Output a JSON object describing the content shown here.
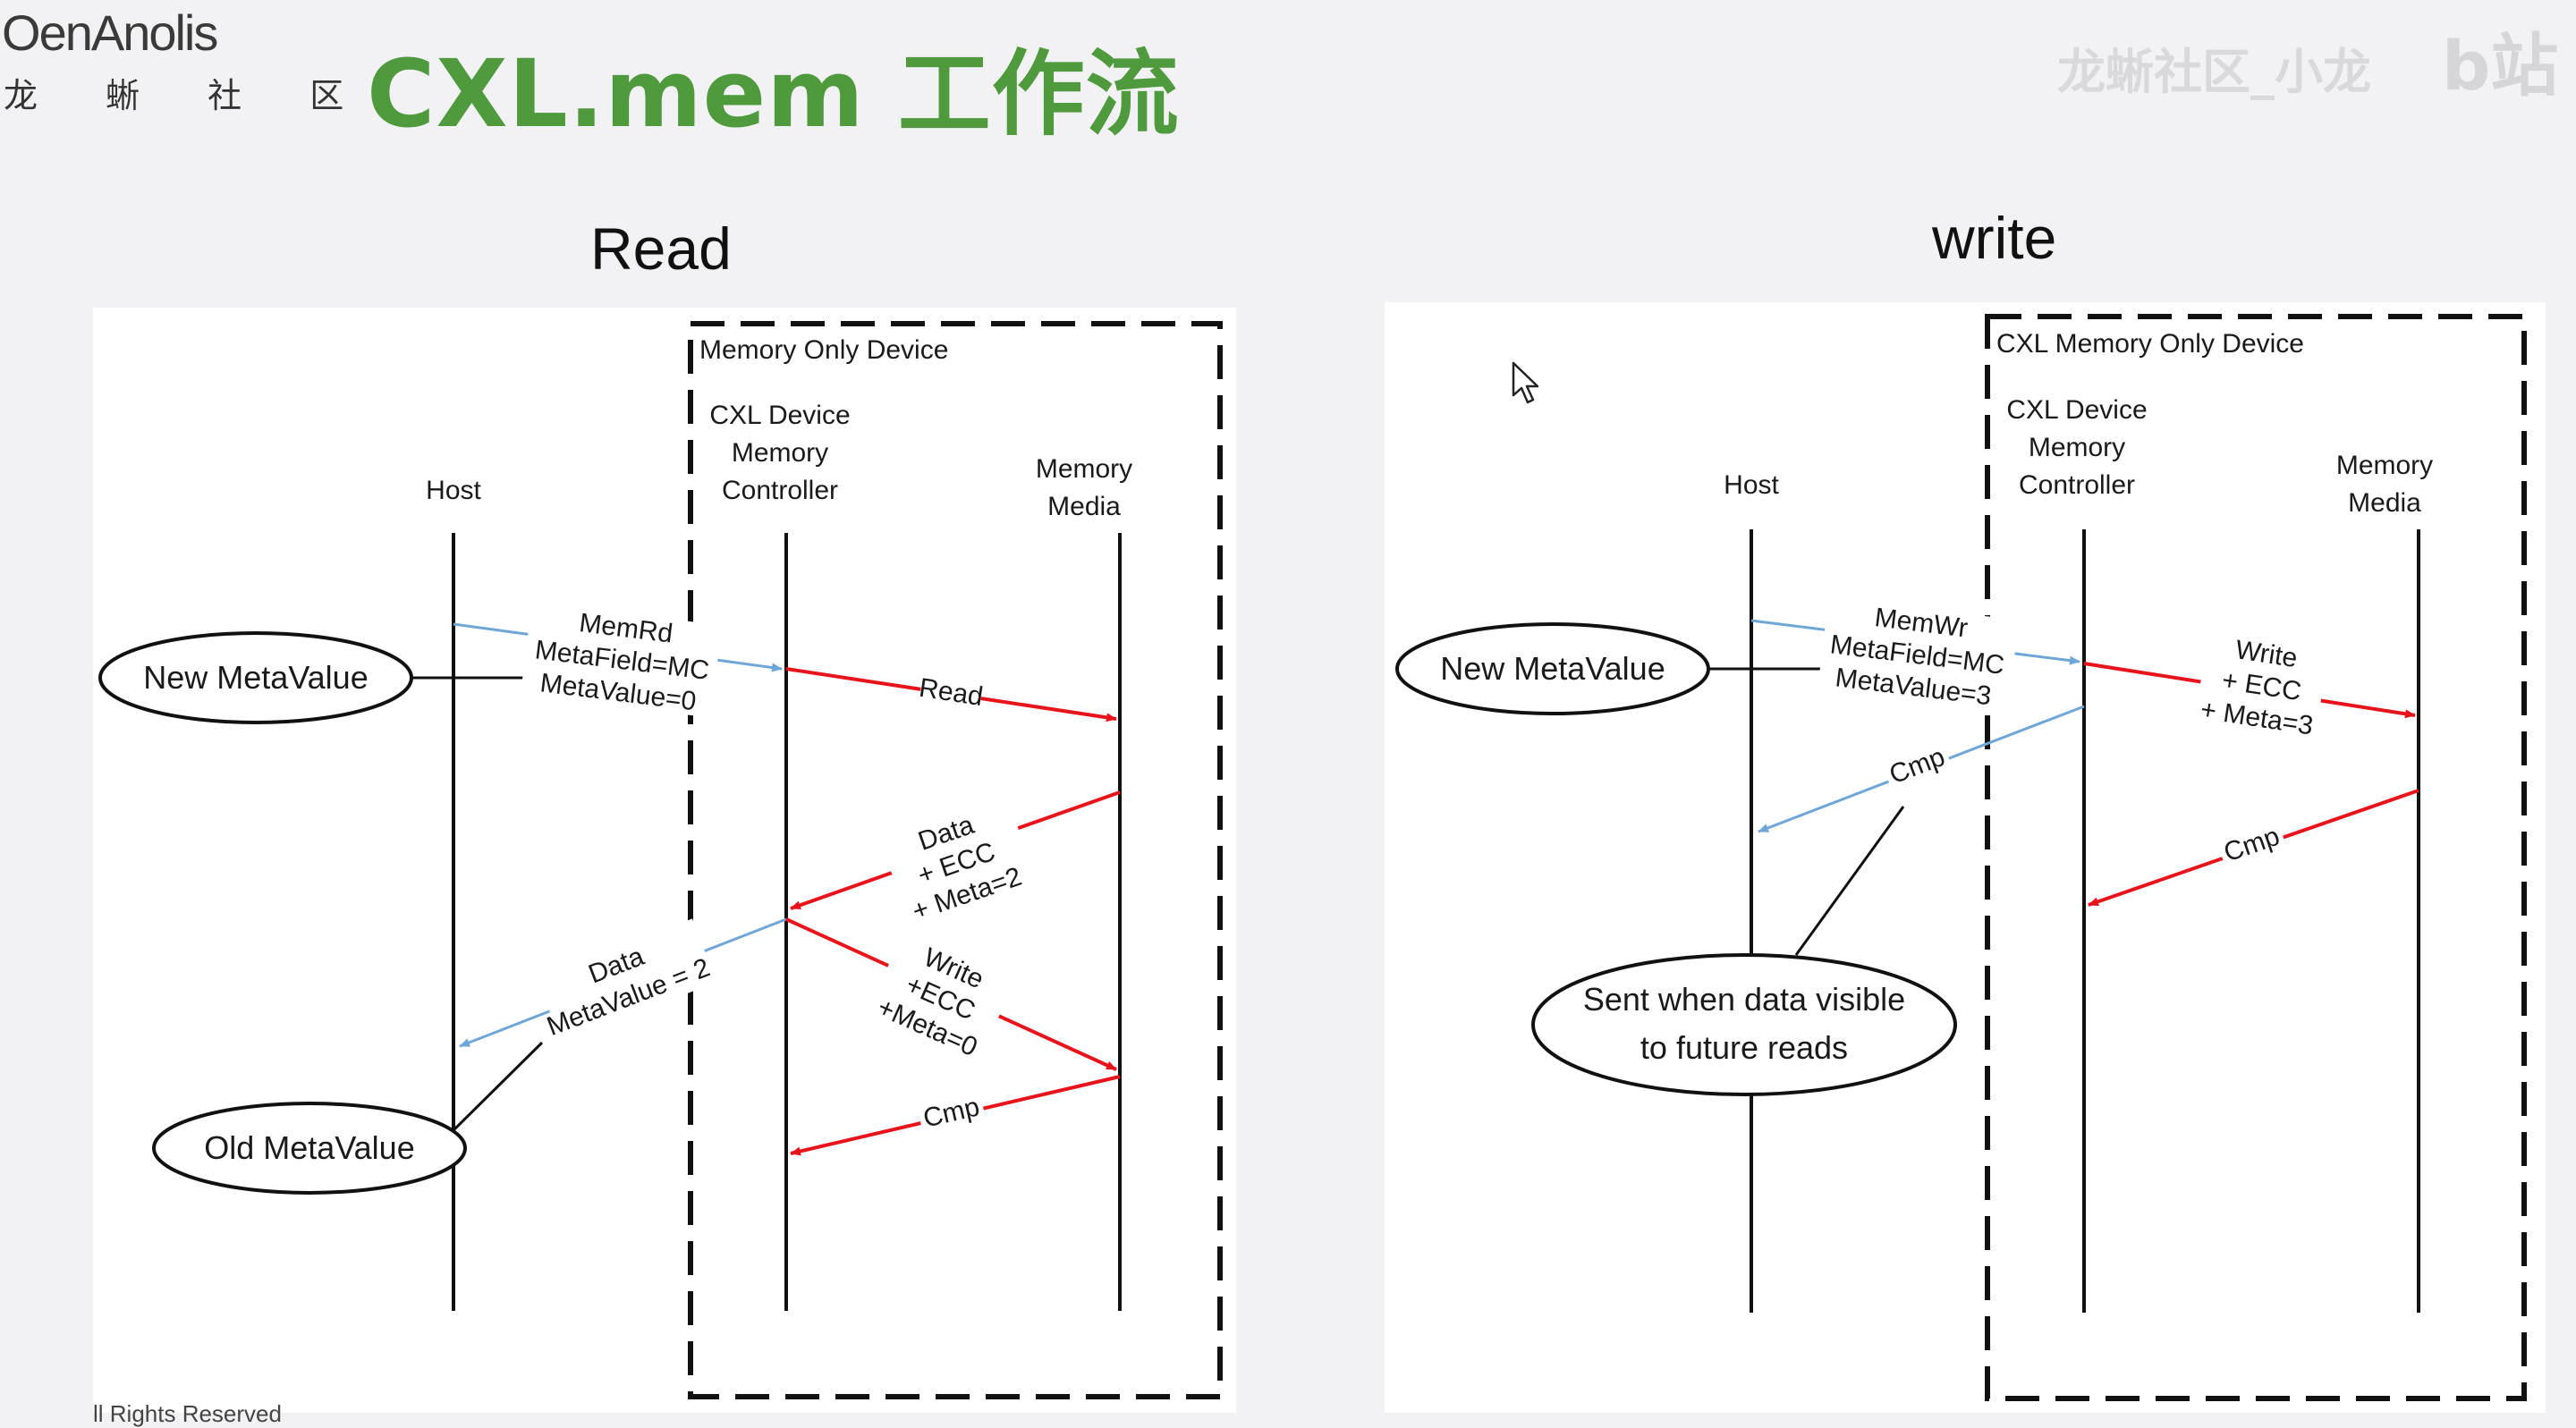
{
  "header": {
    "logo_text_prefix": "O",
    "logo_text_rest": "enAnolis",
    "logo_subtitle": "龙 蜥 社 区",
    "slide_title": "CXL.mem 工作流",
    "watermark": "龙蜥社区_小龙",
    "watermark_glyph": "b站"
  },
  "read": {
    "title": "Read",
    "device_box_label": "Memory Only Device",
    "lane_host": "Host",
    "lane_controller": [
      "CXL Device",
      "Memory",
      "Controller"
    ],
    "lane_media": [
      "Memory",
      "Media"
    ],
    "ellipse_new": "New MetaValue",
    "ellipse_old": "Old MetaValue",
    "msg_req": [
      "MemRd",
      "MetaField=MC",
      "MetaValue=0"
    ],
    "msg_read": "Read",
    "msg_data_ecc": [
      "Data",
      "+ ECC",
      "+ Meta=2"
    ],
    "msg_data_host": [
      "Data",
      "MetaValue = 2"
    ],
    "msg_write": [
      "Write",
      "+ECC",
      "+Meta=0"
    ],
    "msg_cmp": "Cmp"
  },
  "write": {
    "title": "write",
    "device_box_label": "CXL Memory Only Device",
    "lane_host": "Host",
    "lane_controller": [
      "CXL Device",
      "Memory",
      "Controller"
    ],
    "lane_media": [
      "Memory",
      "Media"
    ],
    "ellipse_new": "New MetaValue",
    "ellipse_visible": [
      "Sent when data  visible",
      "to future reads"
    ],
    "msg_req": [
      "MemWr",
      "MetaField=MC",
      "MetaValue=3"
    ],
    "msg_write": [
      "Write",
      "+ ECC",
      "+ Meta=3"
    ],
    "msg_cmp_host": "Cmp",
    "msg_cmp_ctrl": "Cmp"
  },
  "footer": "ll Rights Reserved",
  "colors": {
    "accent_green": "#4e9a3c",
    "arrow_red": "#e8141c",
    "arrow_blue": "#6fa6d8"
  }
}
